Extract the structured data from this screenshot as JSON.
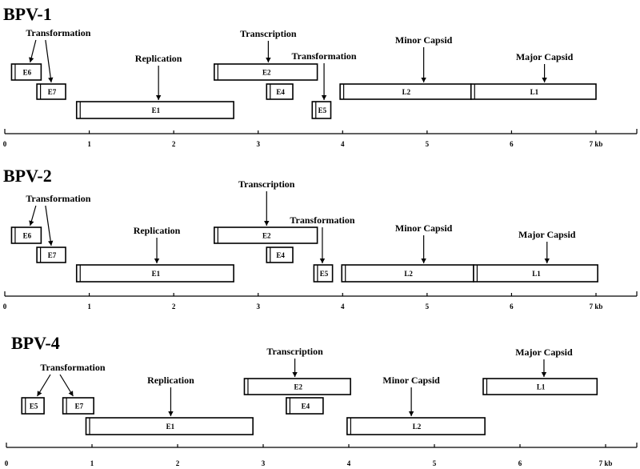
{
  "genomes": [
    {
      "id": "bpv1",
      "title": "BPV-1",
      "genes": [
        {
          "name": "E6",
          "start": 0.08,
          "end": 0.43,
          "row": 0
        },
        {
          "name": "E7",
          "start": 0.38,
          "end": 0.72,
          "row": 1
        },
        {
          "name": "E1",
          "start": 0.85,
          "end": 2.71,
          "row": 2
        },
        {
          "name": "E2",
          "start": 2.48,
          "end": 3.7,
          "row": 0
        },
        {
          "name": "E4",
          "start": 3.1,
          "end": 3.41,
          "row": 1
        },
        {
          "name": "E5",
          "start": 3.64,
          "end": 3.86,
          "row": 2
        },
        {
          "name": "L2",
          "start": 3.97,
          "end": 5.52,
          "row": 1
        },
        {
          "name": "L1",
          "start": 5.52,
          "end": 7.0,
          "row": 1
        }
      ],
      "labels": [
        {
          "text": "Transformation",
          "targets": [
            {
              "gene": "E6",
              "at": 0.3
            },
            {
              "gene": "E7",
              "at": 0.55
            }
          ]
        },
        {
          "text": "Replication",
          "targets": [
            {
              "gene": "E1",
              "at": 1.82
            }
          ]
        },
        {
          "text": "Transcription",
          "targets": [
            {
              "gene": "E2",
              "at": 3.12
            }
          ]
        },
        {
          "text": "Transformation",
          "targets": [
            {
              "gene": "E5",
              "at": 3.78
            }
          ]
        },
        {
          "text": "Minor Capsid",
          "targets": [
            {
              "gene": "L2",
              "at": 4.96
            }
          ]
        },
        {
          "text": "Major Capsid",
          "targets": [
            {
              "gene": "L1",
              "at": 6.39
            }
          ]
        }
      ],
      "ticks": [
        "0",
        "1",
        "2",
        "3",
        "4",
        "5",
        "6",
        "7 kb"
      ]
    },
    {
      "id": "bpv2",
      "title": "BPV-2",
      "genes": [
        {
          "name": "E6",
          "start": 0.08,
          "end": 0.43,
          "row": 0
        },
        {
          "name": "E7",
          "start": 0.38,
          "end": 0.72,
          "row": 1
        },
        {
          "name": "E1",
          "start": 0.85,
          "end": 2.71,
          "row": 2
        },
        {
          "name": "E2",
          "start": 2.48,
          "end": 3.7,
          "row": 0
        },
        {
          "name": "E4",
          "start": 3.1,
          "end": 3.41,
          "row": 1
        },
        {
          "name": "E5",
          "start": 3.66,
          "end": 3.88,
          "row": 2
        },
        {
          "name": "L2",
          "start": 3.99,
          "end": 5.55,
          "row": 2
        },
        {
          "name": "L1",
          "start": 5.55,
          "end": 7.02,
          "row": 2
        }
      ],
      "labels": [
        {
          "text": "Transformation",
          "targets": [
            {
              "gene": "E6",
              "at": 0.3
            },
            {
              "gene": "E7",
              "at": 0.55
            }
          ]
        },
        {
          "text": "Replication",
          "targets": [
            {
              "gene": "E1",
              "at": 1.8
            }
          ]
        },
        {
          "text": "Transcription",
          "targets": [
            {
              "gene": "E2",
              "at": 3.1
            }
          ]
        },
        {
          "text": "Transformation",
          "targets": [
            {
              "gene": "E5",
              "at": 3.76
            }
          ]
        },
        {
          "text": "Minor Capsid",
          "targets": [
            {
              "gene": "L2",
              "at": 4.96
            }
          ]
        },
        {
          "text": "Major Capsid",
          "targets": [
            {
              "gene": "L1",
              "at": 6.42
            }
          ]
        }
      ],
      "ticks": [
        "0",
        "1",
        "2",
        "3",
        "4",
        "5",
        "6",
        "7 kb"
      ]
    },
    {
      "id": "bpv4",
      "title": "BPV-4",
      "genes": [
        {
          "name": "E5",
          "start": 0.18,
          "end": 0.44,
          "row": 1
        },
        {
          "name": "E7",
          "start": 0.66,
          "end": 1.02,
          "row": 1
        },
        {
          "name": "E1",
          "start": 0.93,
          "end": 2.88,
          "row": 2
        },
        {
          "name": "E2",
          "start": 2.78,
          "end": 4.02,
          "row": 0
        },
        {
          "name": "E4",
          "start": 3.27,
          "end": 3.7,
          "row": 1
        },
        {
          "name": "L2",
          "start": 3.98,
          "end": 5.59,
          "row": 2
        },
        {
          "name": "L1",
          "start": 5.57,
          "end": 6.9,
          "row": 0
        }
      ],
      "labels": [
        {
          "text": "Transformation",
          "targets": [
            {
              "gene": "E5",
              "at": 0.36
            },
            {
              "gene": "E7",
              "at": 0.78
            }
          ]
        },
        {
          "text": "Replication",
          "targets": [
            {
              "gene": "E1",
              "at": 1.92
            }
          ]
        },
        {
          "text": "Transcription",
          "targets": [
            {
              "gene": "E2",
              "at": 3.37
            }
          ]
        },
        {
          "text": "Minor Capsid",
          "targets": [
            {
              "gene": "L2",
              "at": 4.73
            }
          ]
        },
        {
          "text": "Major Capsid",
          "targets": [
            {
              "gene": "L1",
              "at": 6.28
            }
          ]
        }
      ],
      "ticks": [
        "0",
        "1",
        "2",
        "3",
        "4",
        "5",
        "6",
        "7 kb"
      ]
    }
  ]
}
